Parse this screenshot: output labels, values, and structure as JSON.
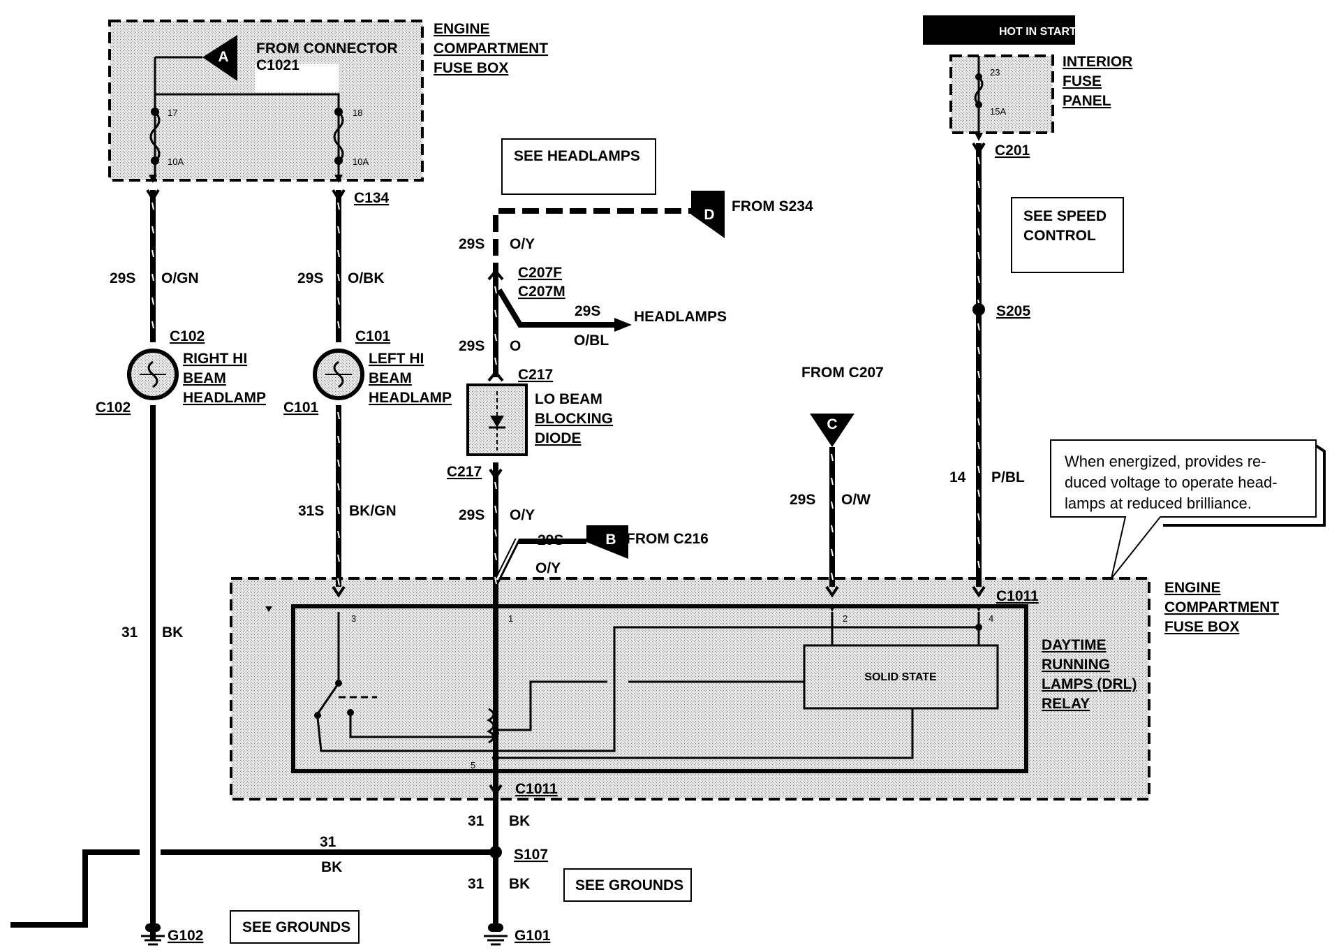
{
  "labels": {
    "hot_in_start_or_run": "HOT IN START OR RUN",
    "from_connector": "FROM CONNECTOR",
    "c1021": "C1021",
    "engine_fuse_box_top": [
      "ENGINE",
      "COMPARTMENT",
      "FUSE BOX"
    ],
    "engine_fuse_box_right": [
      "ENGINE",
      "COMPARTMENT",
      "FUSE BOX"
    ],
    "interior_fuse_panel": [
      "INTERIOR",
      "FUSE",
      "PANEL"
    ],
    "fuse_17": "17",
    "fuse_18": "18",
    "fuse_10a_a": "10A",
    "fuse_10a_b": "10A",
    "fuse_23": "23",
    "fuse_15a": "15A",
    "c134": "C134",
    "c201": "C201",
    "s205": "S205",
    "see_headlamps": "SEE HEADLAMPS",
    "see_speed_control": [
      "SEE SPEED",
      "CONTROL"
    ],
    "from_s234": "FROM S234",
    "from_c207": "FROM C207",
    "from_c216": "FROM C216",
    "headlamps": "HEADLAMPS",
    "c207f": "C207F",
    "c207m": "C207M",
    "c217_top": "C217",
    "c217_bottom": "C217",
    "lo_beam_blocking_diode": [
      "LO BEAM",
      "BLOCKING",
      "DIODE"
    ],
    "right_hi_beam_headlamp": [
      "RIGHT HI",
      "BEAM",
      "HEADLAMP"
    ],
    "left_hi_beam_headlamp": [
      "LEFT HI",
      "BEAM",
      "HEADLAMP"
    ],
    "c102_top": "C102",
    "c102_bottom": "C102",
    "c101_top": "C101",
    "c101_bottom": "C101",
    "c1011_top": "C1011",
    "c1011_bottom": "C1011",
    "s107": "S107",
    "g101": "G101",
    "g102": "G102",
    "see_grounds_a": "SEE GROUNDS",
    "see_grounds_b": "SEE GROUNDS",
    "drl_relay": [
      "DAYTIME",
      "RUNNING",
      "LAMPS (DRL)",
      "RELAY"
    ],
    "solid_state": "SOLID STATE",
    "pin_1": "1",
    "pin_2": "2",
    "pin_3": "3",
    "pin_4": "4",
    "pin_5": "5",
    "conn_a": "A",
    "conn_b": "B",
    "conn_c": "C",
    "conn_d": "D",
    "note": [
      "When energized, provides re-",
      "duced voltage to operate head-",
      "lamps at reduced brilliance."
    ]
  },
  "wires": {
    "w1": {
      "circuit": "29S",
      "color": "O/GN"
    },
    "w2": {
      "circuit": "29S",
      "color": "O/BK"
    },
    "w3": {
      "circuit": "29S",
      "color": "O/Y"
    },
    "w4": {
      "circuit": "29S",
      "color": "O"
    },
    "w5": {
      "circuit": "29S",
      "color": "O/BL"
    },
    "w6": {
      "circuit": "29S",
      "color": "O/Y"
    },
    "w7": {
      "circuit": "29S",
      "color": "O/Y"
    },
    "w8": {
      "circuit": "29S",
      "color": "O/W"
    },
    "w9": {
      "circuit": "14",
      "color": "P/BL"
    },
    "w10": {
      "circuit": "31S",
      "color": "BK/GN"
    },
    "w11": {
      "circuit": "31",
      "color": "BK"
    },
    "w12": {
      "circuit": "31",
      "color": "BK"
    },
    "w13": {
      "circuit": "31",
      "color": "BK"
    },
    "w14": {
      "circuit": "31",
      "color": "BK"
    }
  }
}
